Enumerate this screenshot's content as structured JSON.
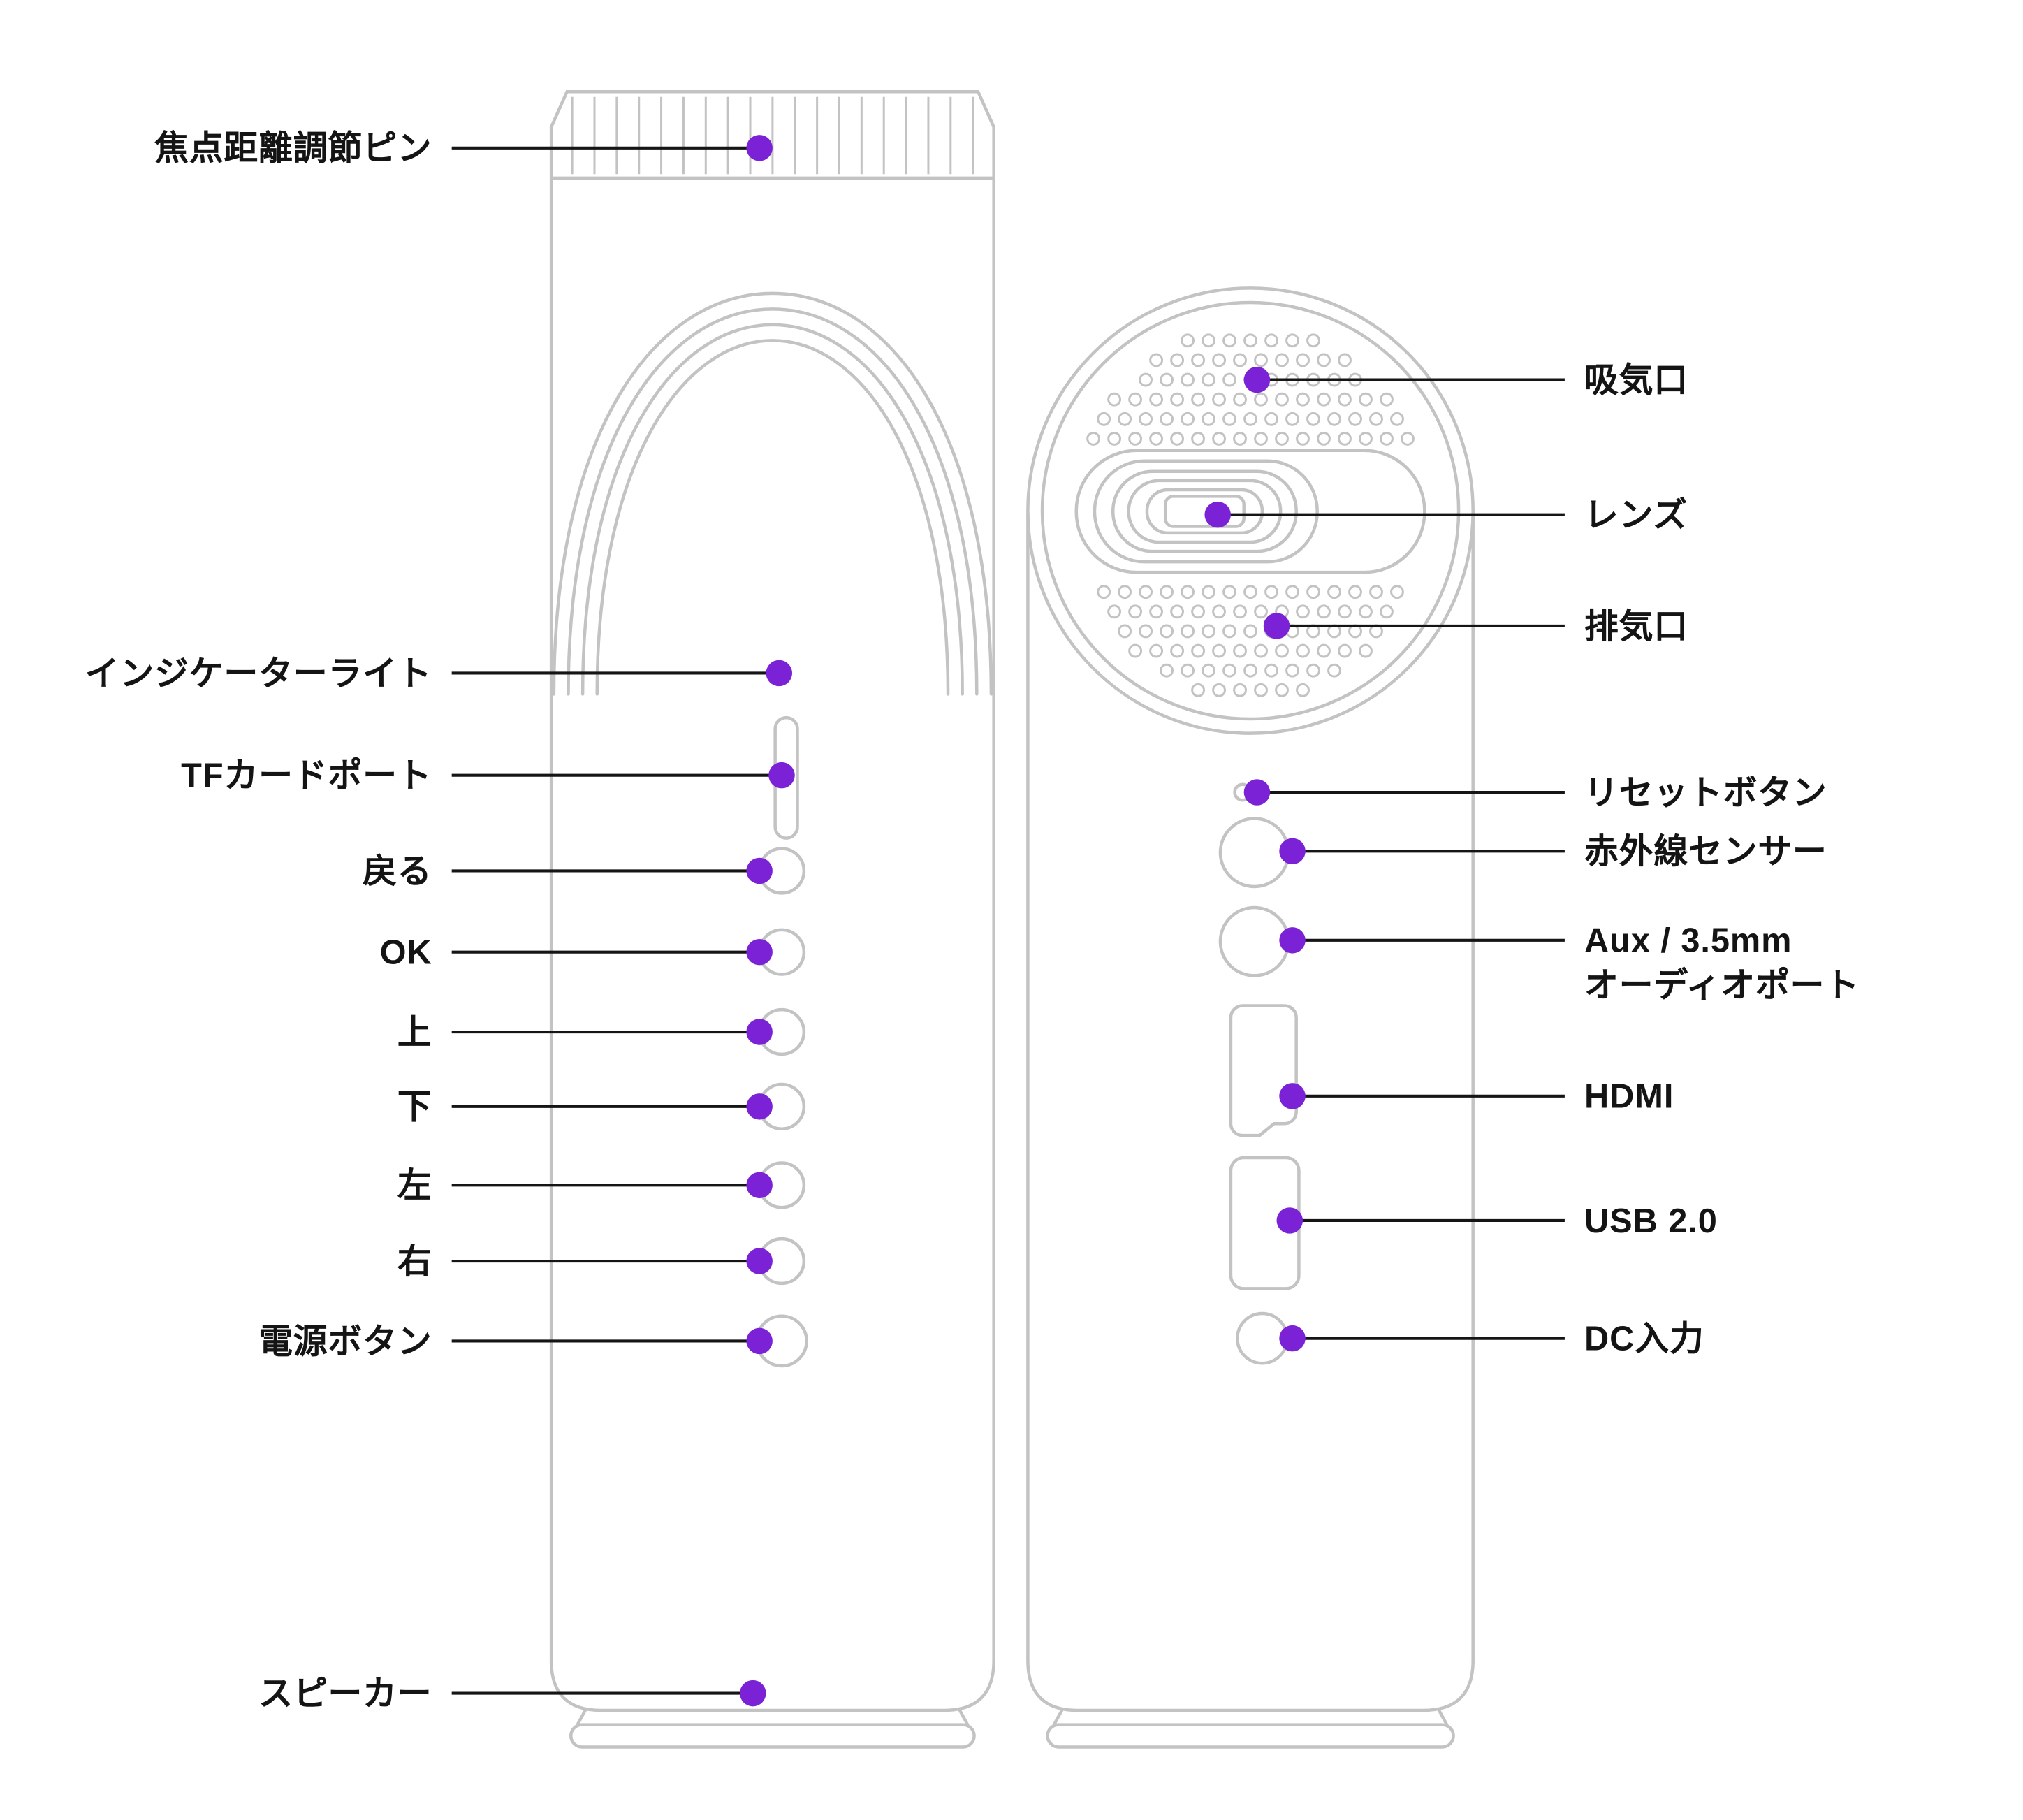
{
  "diagram": {
    "type": "product-callout-diagram",
    "subject": "portable projector front and rear views",
    "colors": {
      "marker_accent": "#7b22d6",
      "device_outline": "#c3c3c3",
      "leader_line": "#151515",
      "label_text": "#141414",
      "background": "#ffffff"
    }
  },
  "callouts": {
    "left": [
      {
        "id": "focus-pin",
        "text": "焦点距離調節ピン"
      },
      {
        "id": "indicator-light",
        "text": "インジケーターライト"
      },
      {
        "id": "tf-card-port",
        "text": "TFカードポート"
      },
      {
        "id": "back",
        "text": "戻る"
      },
      {
        "id": "ok",
        "text": "OK"
      },
      {
        "id": "up",
        "text": "上"
      },
      {
        "id": "down",
        "text": "下"
      },
      {
        "id": "left",
        "text": "左"
      },
      {
        "id": "right",
        "text": "右"
      },
      {
        "id": "power-button",
        "text": "電源ボタン"
      },
      {
        "id": "speaker",
        "text": "スピーカー"
      }
    ],
    "right": [
      {
        "id": "air-intake",
        "text": "吸気口"
      },
      {
        "id": "lens",
        "text": "レンズ"
      },
      {
        "id": "air-exhaust",
        "text": "排気口"
      },
      {
        "id": "reset-button",
        "text": "リセットボタン"
      },
      {
        "id": "ir-sensor",
        "text": "赤外線センサー"
      },
      {
        "id": "aux-audio-port",
        "text": "Aux / 3.5mm\nオーディオポート"
      },
      {
        "id": "hdmi",
        "text": "HDMI"
      },
      {
        "id": "usb",
        "text": "USB 2.0"
      },
      {
        "id": "dc-input",
        "text": "DC入力"
      }
    ]
  }
}
